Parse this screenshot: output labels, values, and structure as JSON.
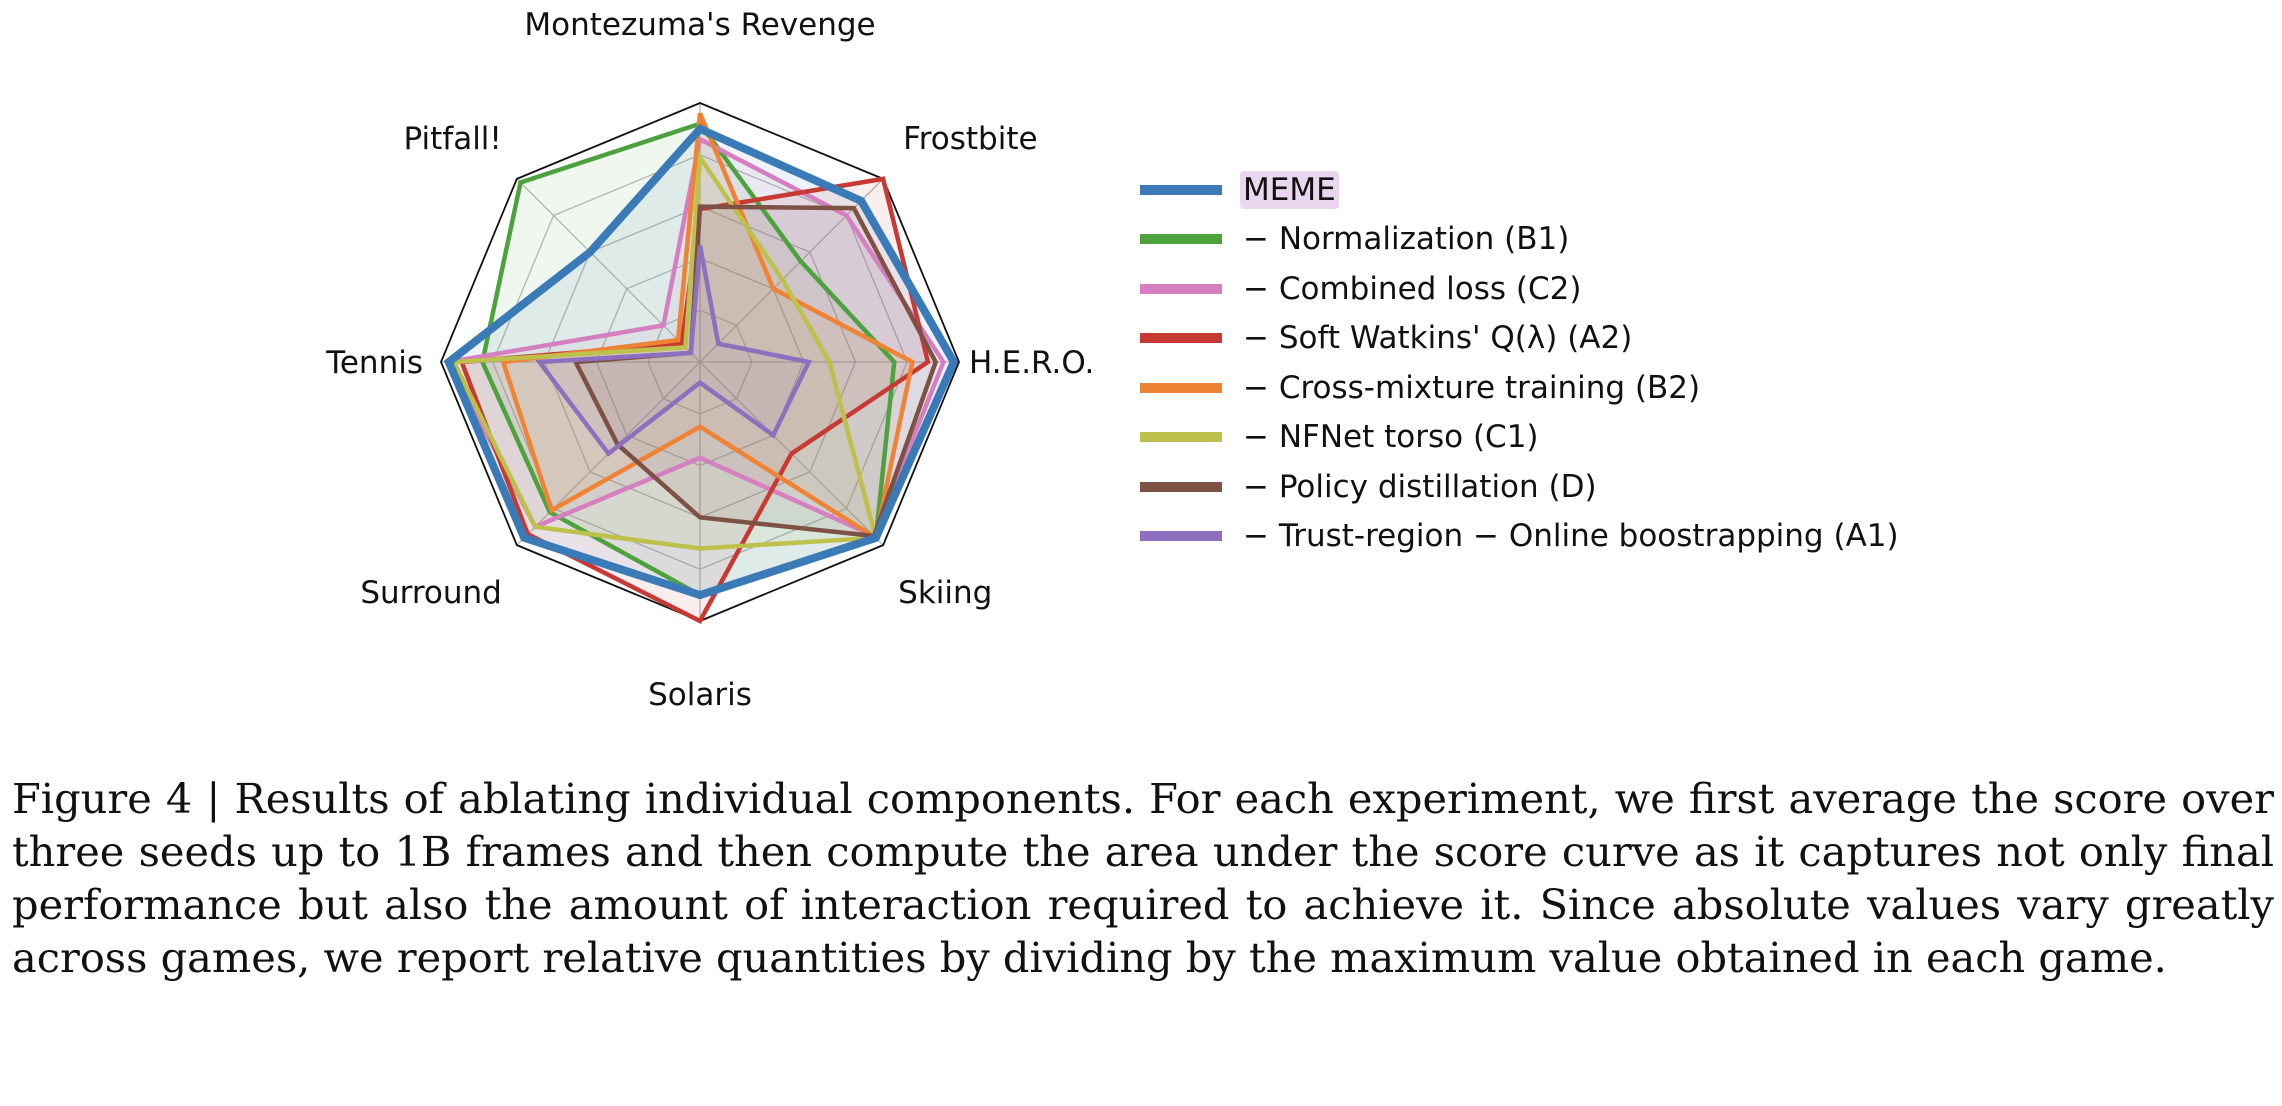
{
  "chart_data": {
    "type": "radar",
    "axes": [
      "Montezuma's Revenge",
      "Frostbite",
      "H.E.R.O.",
      "Skiing",
      "Solaris",
      "Surround",
      "Tennis",
      "Pitfall!"
    ],
    "rlim": [
      0,
      1
    ],
    "grid": true,
    "legend_position": "right",
    "series": [
      {
        "name": "MEME",
        "color": "#3a7ab7",
        "values": [
          0.9,
          0.88,
          0.98,
          0.96,
          0.9,
          0.96,
          0.97,
          0.6
        ],
        "highlight": true
      },
      {
        "name": "− Normalization (B1)",
        "color": "#4ea23e",
        "values": [
          0.92,
          0.55,
          0.75,
          0.96,
          0.9,
          0.82,
          0.84,
          0.98
        ]
      },
      {
        "name": "− Combined loss (C2)",
        "color": "#d57ec0",
        "values": [
          0.86,
          0.8,
          0.94,
          0.95,
          0.37,
          0.9,
          0.97,
          0.2
        ]
      },
      {
        "name": "− Soft Watkins' Q(λ) (A2)",
        "color": "#c73a33",
        "values": [
          0.59,
          1.0,
          0.88,
          0.5,
          1.0,
          0.94,
          0.92,
          0.1
        ]
      },
      {
        "name": "− Cross-mixture training (B2)",
        "color": "#ee8335",
        "values": [
          0.96,
          0.4,
          0.82,
          0.96,
          0.25,
          0.81,
          0.76,
          0.12
        ]
      },
      {
        "name": "− NFNet torso (C1)",
        "color": "#bdc04b",
        "values": [
          0.79,
          0.45,
          0.5,
          0.96,
          0.72,
          0.9,
          0.95,
          0.08
        ]
      },
      {
        "name": "− Policy distillation (D)",
        "color": "#7e5145",
        "values": [
          0.6,
          0.84,
          0.91,
          0.95,
          0.6,
          0.45,
          0.48,
          0.05
        ]
      },
      {
        "name": "− Trust-region − Online boostrapping (A1)",
        "color": "#8d6fbd",
        "values": [
          0.45,
          0.1,
          0.42,
          0.4,
          0.08,
          0.5,
          0.62,
          0.05
        ]
      }
    ]
  },
  "caption": "Figure 4 | Results of ablating individual components. For each experiment, we first average the score over three seeds up to 1B frames and then compute the area under the score curve as it captures not only final performance but also the amount of interaction required to achieve it. Since absolute values vary greatly across games, we report relative quantities by dividing by the maximum value obtained in each game."
}
